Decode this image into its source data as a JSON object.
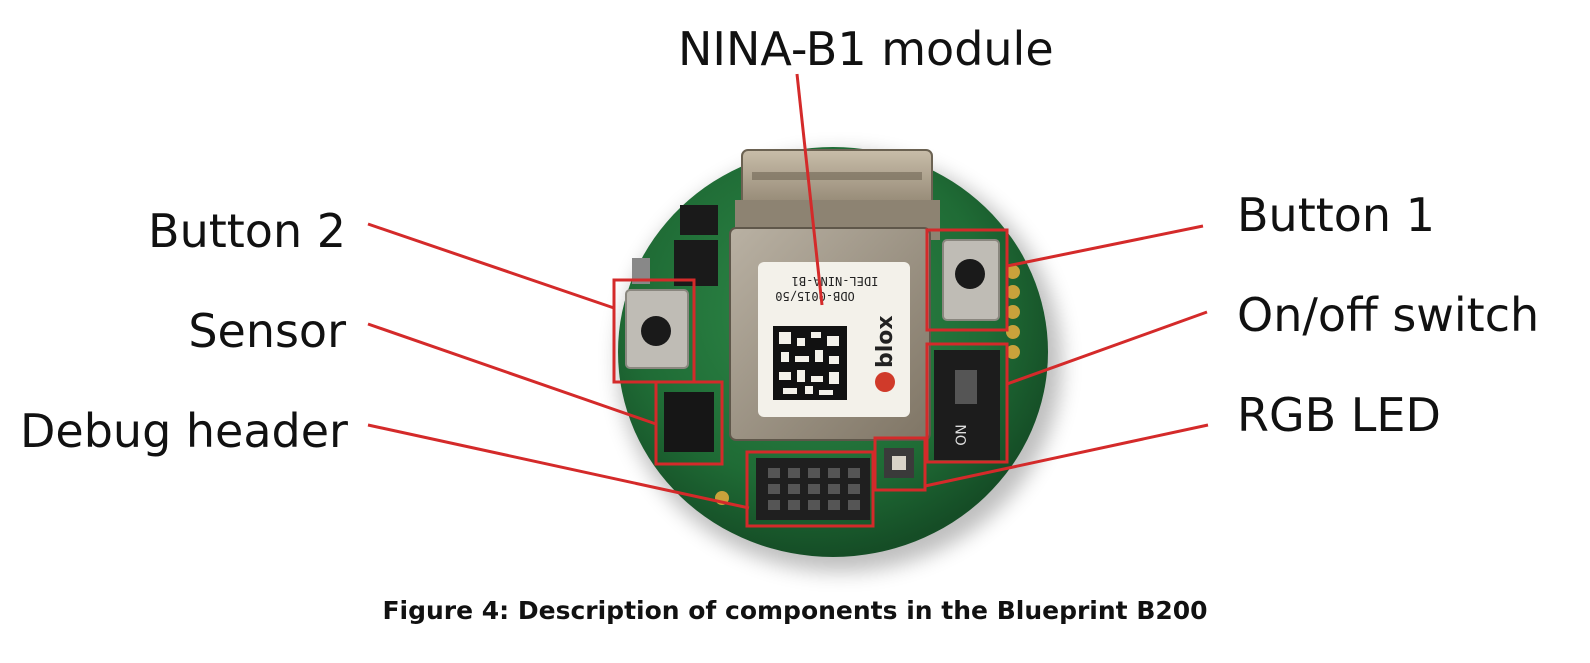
{
  "figure": {
    "caption": "Figure 4: Description of components in the Blueprint B200",
    "labels": {
      "module": "NINA-B1 module",
      "button2": "Button 2",
      "sensor": "Sensor",
      "debug": "Debug header",
      "button1": "Button 1",
      "switch": "On/off switch",
      "led": "RGB LED"
    },
    "module_marking": {
      "line1": "ODB-0015/50",
      "line2": "IDEL-NINA-B1",
      "brand": "blox"
    },
    "switch_marking": "ON",
    "colors": {
      "highlight": "#d42a2a",
      "pcb": "#1f6b35",
      "shield": "#9a8f7e",
      "text": "#111111"
    }
  }
}
